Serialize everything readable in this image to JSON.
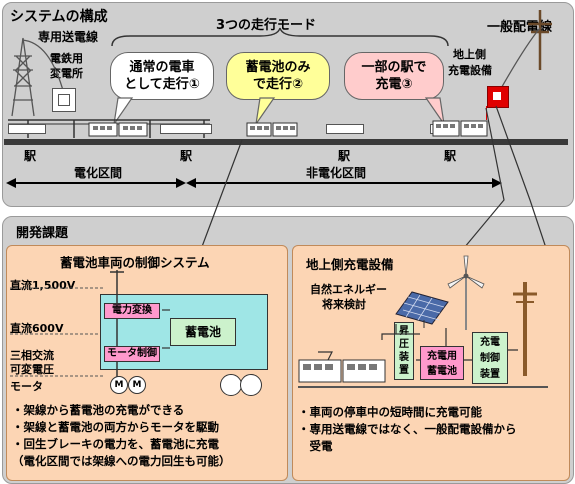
{
  "top": {
    "title": "システムの構成",
    "modes_label": "3つの走行モード",
    "grid_label": "一般配電線",
    "feeder_label": "専用送電線",
    "substation_label": [
      "電鉄用",
      "変電所"
    ],
    "ground_charger_label": [
      "地上側",
      "充電設備"
    ],
    "bubbles": [
      {
        "lines": [
          "通常の電車",
          "として走行①"
        ],
        "color": "#ffffff"
      },
      {
        "lines": [
          "蓄電池のみ",
          "で走行②"
        ],
        "color": "#ffff99"
      },
      {
        "lines": [
          "一部の駅で",
          "充電③"
        ],
        "color": "#ffcccc"
      }
    ],
    "stations": [
      "駅",
      "駅",
      "駅",
      "駅"
    ],
    "sections": {
      "electrified": "電化区間",
      "non_electrified": "非電化区間"
    }
  },
  "bottom": {
    "title": "開発課題",
    "left": {
      "title": "蓄電池車両の制御システム",
      "voltages": [
        "直流1,500V",
        "直流600V",
        "三相交流",
        "可変電圧"
      ],
      "motor_label": "モータ",
      "power_converter": "電力変換",
      "motor_control": "モータ制御",
      "battery": "蓄電池",
      "motor_symbol": "M",
      "bullets": [
        "・架線から蓄電池の充電ができる",
        "・架線と蓄電池の両方からモータを駆動",
        "・回生ブレーキの電力を、蓄電池に充電",
        "（電化区間では架線への電力回生も可能）"
      ]
    },
    "right": {
      "title": "地上側充電設備",
      "renewable": [
        "自然エネルギー",
        "将来検討"
      ],
      "boost": [
        "昇",
        "圧",
        "装",
        "置"
      ],
      "charge_battery": [
        "充電用",
        "蓄電池"
      ],
      "charge_control": [
        "充電",
        "制御",
        "装置"
      ],
      "bullets": [
        "・車両の停車中の短時間に充電可能",
        "・専用送電線ではなく、一般配電設備から",
        "　受電"
      ]
    }
  }
}
